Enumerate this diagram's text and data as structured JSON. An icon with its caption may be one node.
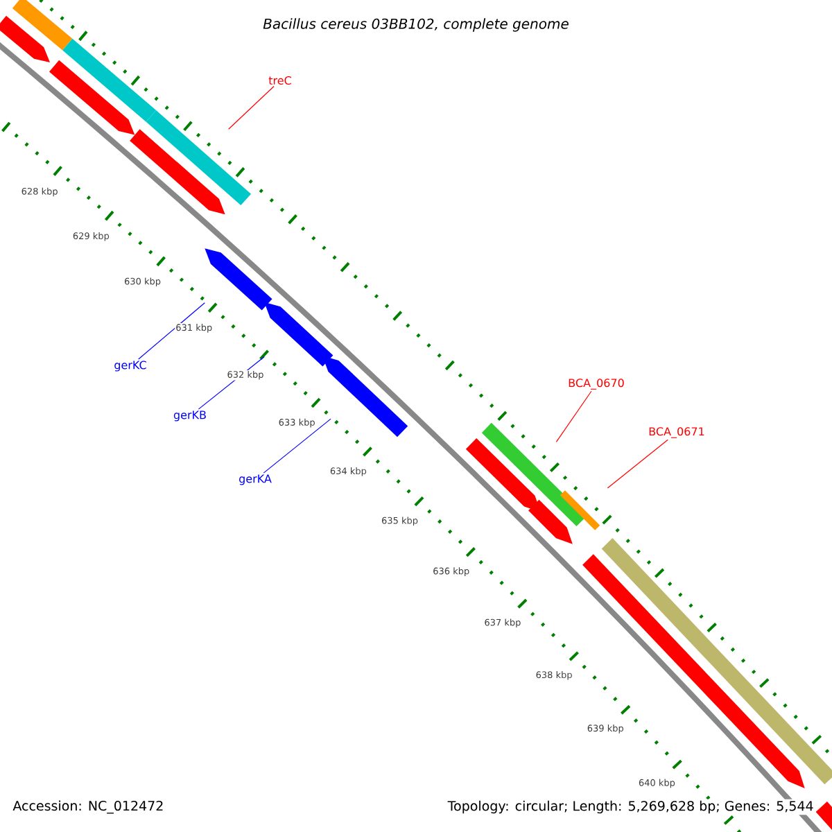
{
  "diagram": {
    "title": "Bacillus cereus 03BB102, complete genome",
    "nodes": [
      {
        "text": [
          "treC"
        ]
      },
      {
        "text": [],
        "shape": "bar"
      },
      {
        "text": [
          "gerKC"
        ]
      },
      {
        "text": [],
        "shape": "arrow"
      },
      {
        "text": [
          "gerKB"
        ]
      },
      {
        "text": [],
        "shape": "arrow"
      },
      {
        "text": [
          "gerKA"
        ]
      },
      {
        "text": [],
        "shape": "arrow"
      },
      {
        "text": [
          "BCA_0670"
        ]
      },
      {
        "text": [],
        "shape": "bar"
      },
      {
        "text": [
          "BCA_0671"
        ]
      },
      {
        "text": [],
        "shape": "bar"
      },
      {
        "text": [],
        "shape": "bar"
      },
      {
        "text": [],
        "shape": "arrow"
      },
      {
        "text": [],
        "shape": "bar"
      },
      {
        "text": [],
        "shape": "arrow"
      },
      {
        "text": [],
        "shape": "arrow"
      },
      {
        "text": [],
        "shape": "arrow"
      },
      {
        "text": [],
        "shape": "arrow"
      },
      {
        "text": [],
        "shape": "bar"
      },
      {
        "text": [],
        "shape": "arrow"
      },
      {
        "text": [],
        "shape": "bar"
      }
    ],
    "edges": [
      {
        "from": 0,
        "to": 1,
        "arrow": "none"
      },
      {
        "from": 2,
        "to": 3,
        "arrow": "none",
        "color": "#0000ff"
      },
      {
        "from": 4,
        "to": 5,
        "arrow": "none",
        "color": "#0000ff"
      },
      {
        "from": 6,
        "to": 7,
        "arrow": "none",
        "color": "#0000ff"
      },
      {
        "from": 8,
        "to": 9,
        "arrow": "none"
      },
      {
        "from": 10,
        "to": 11,
        "arrow": "none"
      }
    ],
    "labels": [
      "628 kbp",
      "629 kbp",
      "630 kbp",
      "631 kbp",
      "632 kbp",
      "633 kbp",
      "634 kbp",
      "635 kbp",
      "636 kbp",
      "637 kbp",
      "638 kbp",
      "639 kbp",
      "640 kbp",
      "Accession: NC_012472",
      "Topology: circular; Length: 5,269,628 bp; Genes: 5,544"
    ]
  }
}
